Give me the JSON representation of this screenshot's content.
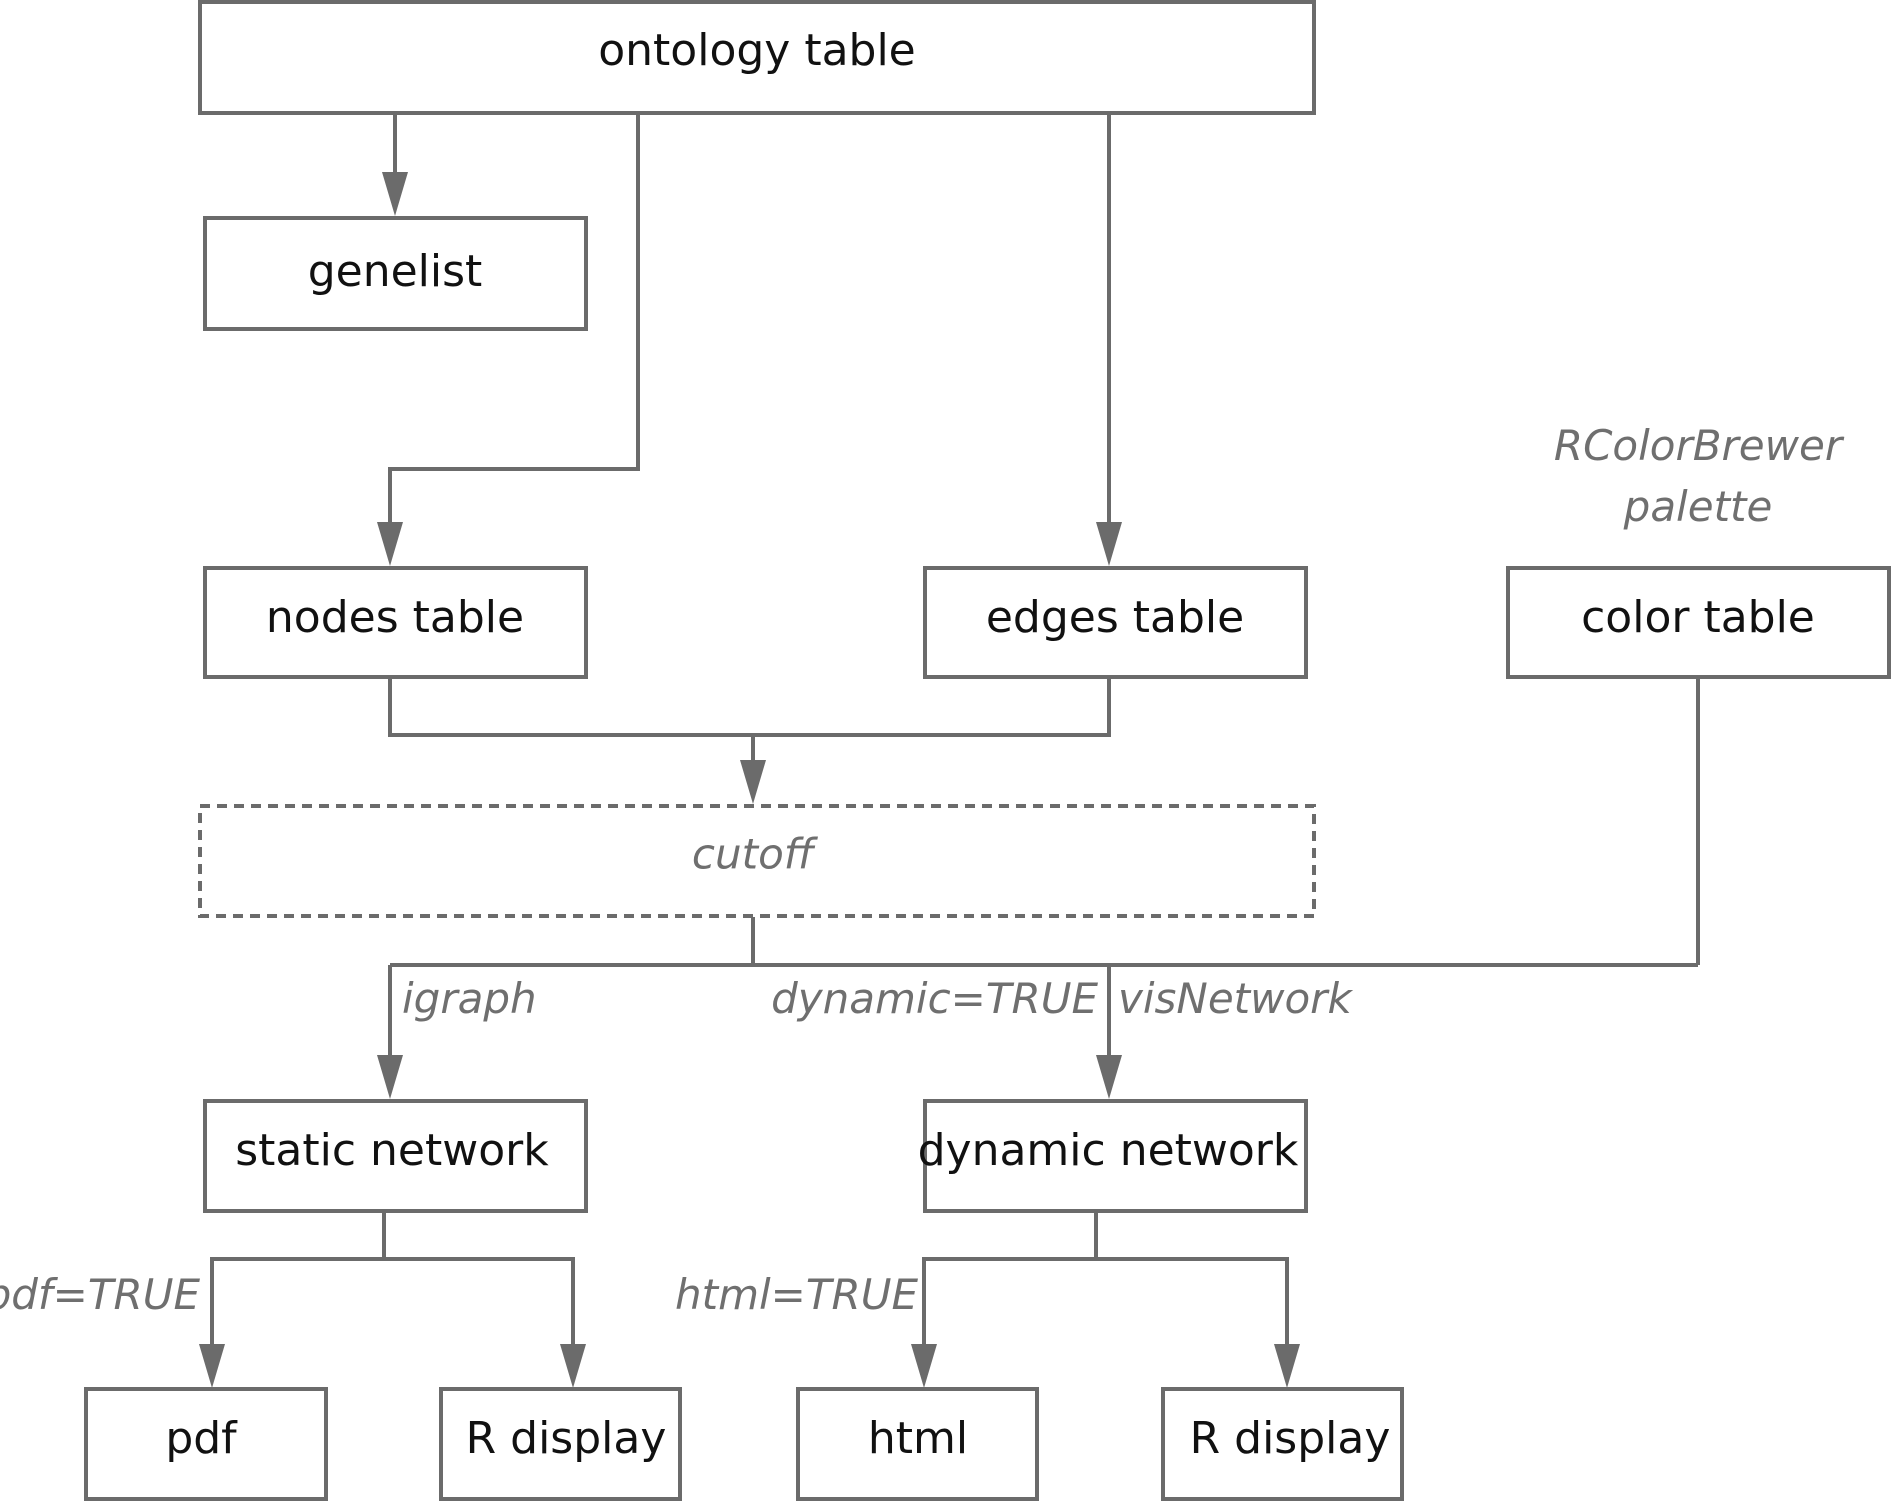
{
  "nodes": {
    "ontology_table": "ontology table",
    "genelist": "genelist",
    "nodes_table": "nodes table",
    "edges_table": "edges table",
    "color_table": "color table",
    "cutoff": "cutoff",
    "static_network": "static network",
    "dynamic_network": "dynamic network",
    "pdf": "pdf",
    "r_display_static": "R display",
    "html": "html",
    "r_display_dynamic": "R display"
  },
  "annotations": {
    "palette_line1": "RColorBrewer",
    "palette_line2": "palette",
    "igraph": "igraph",
    "dynamic_true": "dynamic=TRUE",
    "visnetwork": "visNetwork",
    "pdf_true": "pdf=TRUE",
    "html_true": "html=TRUE"
  },
  "colors": {
    "line": "#6b6b6b",
    "box_text": "#111111",
    "note_text": "#6f6f6f"
  }
}
